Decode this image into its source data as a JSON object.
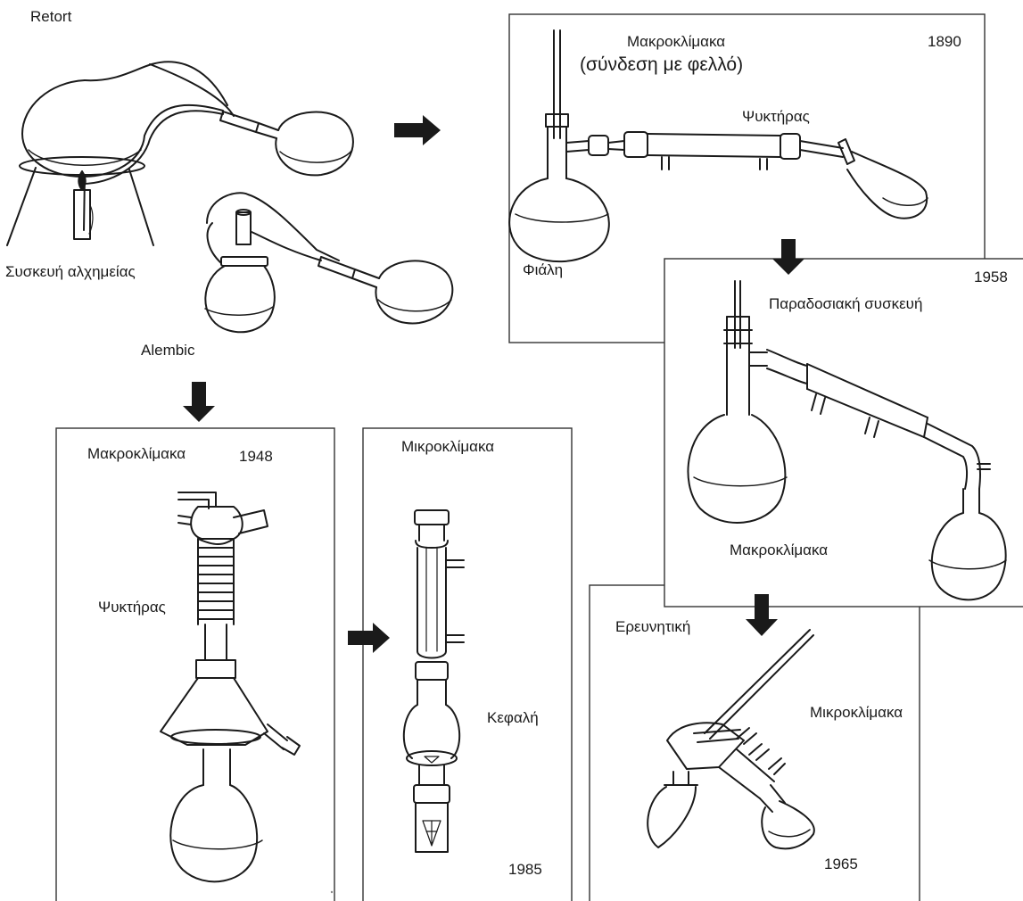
{
  "labels": {
    "retort": "Retort",
    "alchemy_apparatus": "Συσκευή αλχημείας",
    "alembic": "Alembic",
    "macro_1890": "Μακροκλίμακα",
    "year_1890": "1890",
    "cork_connection": "(σύνδεση με φελλό)",
    "condenser_1890": "Ψυκτήρας",
    "flask_1890": "Φιάλη",
    "year_1958": "1958",
    "traditional_apparatus": "Παραδοσιακή συσκευή",
    "macro_1958": "Μακροκλίμακα",
    "macro_1948": "Μακροκλίμακα",
    "year_1948": "1948",
    "condenser_1948": "Ψυκτήρας",
    "micro_1985": "Μικροκλίμακα",
    "head_1985": "Κεφαλή",
    "year_1985": "1985",
    "research": "Ερευνητική",
    "micro_1965": "Μικροκλίμακα",
    "year_1965": "1965"
  },
  "colors": {
    "line": "#1a1a1a",
    "liquid": "#ffffff",
    "frame": "#333333",
    "background": "#ffffff"
  }
}
